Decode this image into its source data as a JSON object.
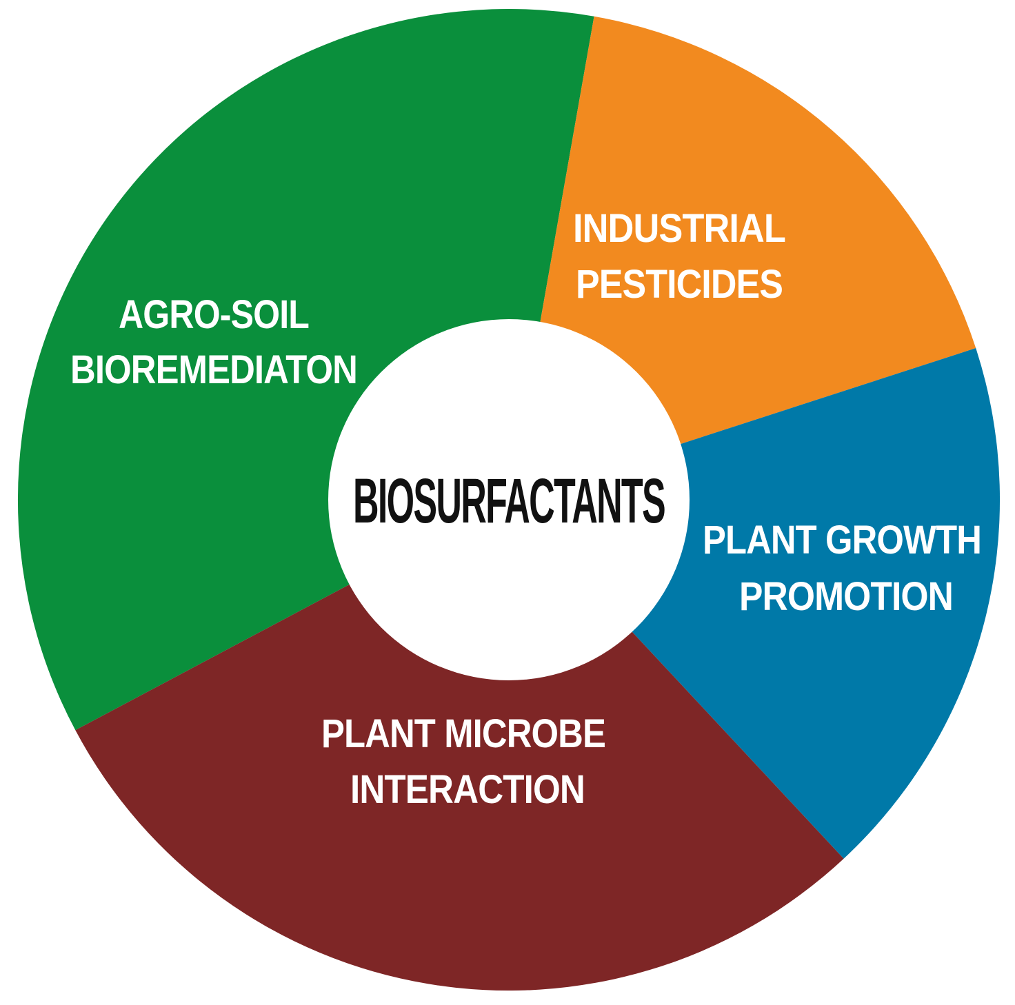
{
  "center": {
    "label": "BIOSURFACTANTS"
  },
  "segments": [
    {
      "id": "agro-soil-bioremediation",
      "lines": [
        "AGRO-SOIL",
        "BIOREMEDIATON"
      ],
      "color": "#0a8f3c"
    },
    {
      "id": "industrial-pesticides",
      "lines": [
        "INDUSTRIAL",
        "PESTICIDES"
      ],
      "color": "#f28a1f"
    },
    {
      "id": "plant-growth-promotion",
      "lines": [
        "PLANT GROWTH",
        "PROMOTION"
      ],
      "color": "#0079a8"
    },
    {
      "id": "plant-microbe-interaction",
      "lines": [
        "PLANT MICROBE",
        "INTERACTION"
      ],
      "color": "#7e2626"
    }
  ]
}
